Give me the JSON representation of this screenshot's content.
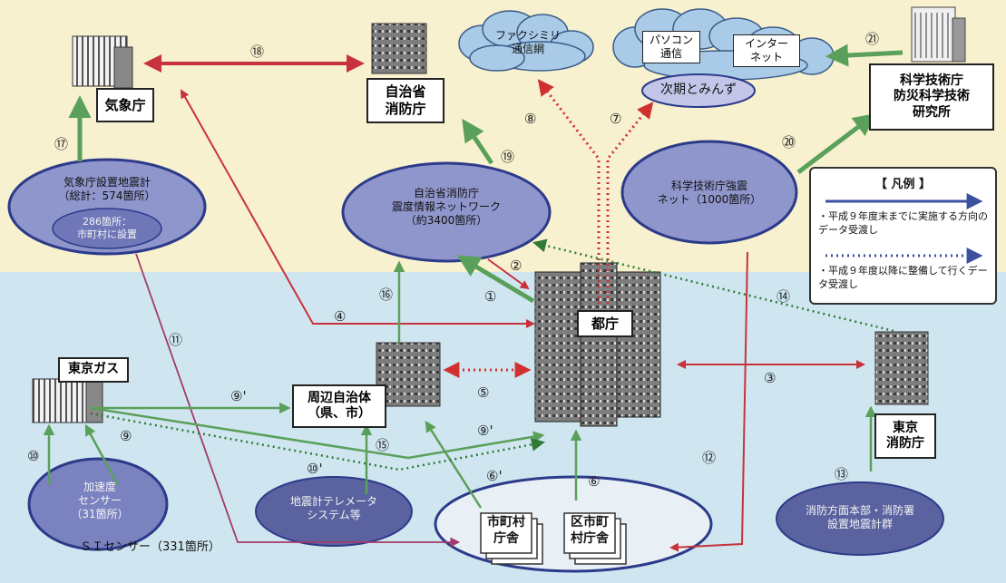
{
  "legend": {
    "title": "【 凡例 】",
    "item1": "・平成９年度末までに実施する方向のデータ受渡し",
    "item2": "・平成９年度以降に整備して行くデータ受渡し"
  },
  "nodes": {
    "kishocho": "気象庁",
    "jichisho": "自治省\n消防庁",
    "fax": "ファクシミリ\n通信網",
    "pasocon": "パソコン\n通信",
    "internet": "インター\nネット",
    "jiki_tomins": "次期とみんず",
    "bousai": "科学技術庁\n防災科学技術\n研究所",
    "kisho_seismometer": "気象庁設置地震計\n（総計：574箇所）",
    "kisho_sub": "286箇所：\n市町村に設置",
    "jichi_network": "自治省消防庁\n震度情報ネットワーク\n（約3400箇所）",
    "kagaku_net": "科学技術庁強震\nネット（1000箇所）",
    "tocho": "都庁",
    "tokyo_gas": "東京ガス",
    "shuhen": "周辺自治体\n（県、市）",
    "tokyo_shobo": "東京\n消防庁",
    "accel_sensor": "加速度\nセンサー\n（31箇所）",
    "si_sensor": "ＳＩセンサー（331箇所）",
    "telemeter": "地震計テレメータ\nシステム等",
    "shichoson": "市町村\n庁舎",
    "kushichoson": "区市町\n村庁舎",
    "shobo_sensors": "消防方面本部・消防署\n設置地震計群"
  },
  "numbers": {
    "n1": "①",
    "n2": "②",
    "n3": "③",
    "n4": "④",
    "n5": "⑤",
    "n6": "⑥",
    "n6p": "⑥'",
    "n7": "⑦",
    "n8": "⑧",
    "n9": "⑨",
    "n9p_top": "⑨'",
    "n9p_bottom": "⑨'",
    "n10": "⑩",
    "n10p": "⑩'",
    "n11": "⑪",
    "n12": "⑫",
    "n13": "⑬",
    "n14": "⑭",
    "n15": "⑮",
    "n16": "⑯",
    "n17": "⑰",
    "n18": "⑱",
    "n19": "⑲",
    "n20": "⑳",
    "n21": "㉑"
  },
  "colors": {
    "top_zone": "#f7f1cf",
    "bottom_zone": "#cfe6f0",
    "ellipse_fill": "#8f96cc",
    "ellipse_ring": "#2c3a8a",
    "arrow_red": "#c8323c",
    "arrow_green": "#5aa05a",
    "arrow_blue": "#3c50a0",
    "arrow_magenta": "#a43a6a",
    "dotted_red": "#d03030",
    "dotted_green": "#2f7a35",
    "cloud_fill": "#a9cbe8"
  },
  "icons": [
    "building-icon",
    "cloud-icon",
    "skyscraper-icon"
  ]
}
